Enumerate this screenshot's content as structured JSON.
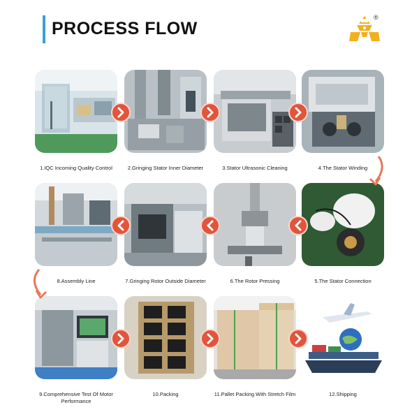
{
  "header": {
    "title": "PROCESS FLOW"
  },
  "logo": {
    "name": "company-logo-icon",
    "registered": "®",
    "color": "#f2b01e"
  },
  "colors": {
    "accent_bar": "#3aa0d8",
    "arrow": "#e1553c",
    "connector": "#e57a5a"
  },
  "steps": [
    {
      "label": "1.IQC Incoming Quality Control"
    },
    {
      "label": "2.Gringing Stator Inner Diameter"
    },
    {
      "label": "3.Stator Ultrasonic Cleaning"
    },
    {
      "label": "4.The Stator Winding"
    },
    {
      "label": "5.The Stator Connection"
    },
    {
      "label": "6.The Rotor Pressing"
    },
    {
      "label": "7.Gringing Rotor Outside Diameter"
    },
    {
      "label": "8.Assembly Line"
    },
    {
      "label": "9.Comprehensive Test Of Motor Performance"
    },
    {
      "label": "10.Packing"
    },
    {
      "label": "11.Pallet Packing With Stretch Film"
    },
    {
      "label": "12.Shipping"
    }
  ]
}
